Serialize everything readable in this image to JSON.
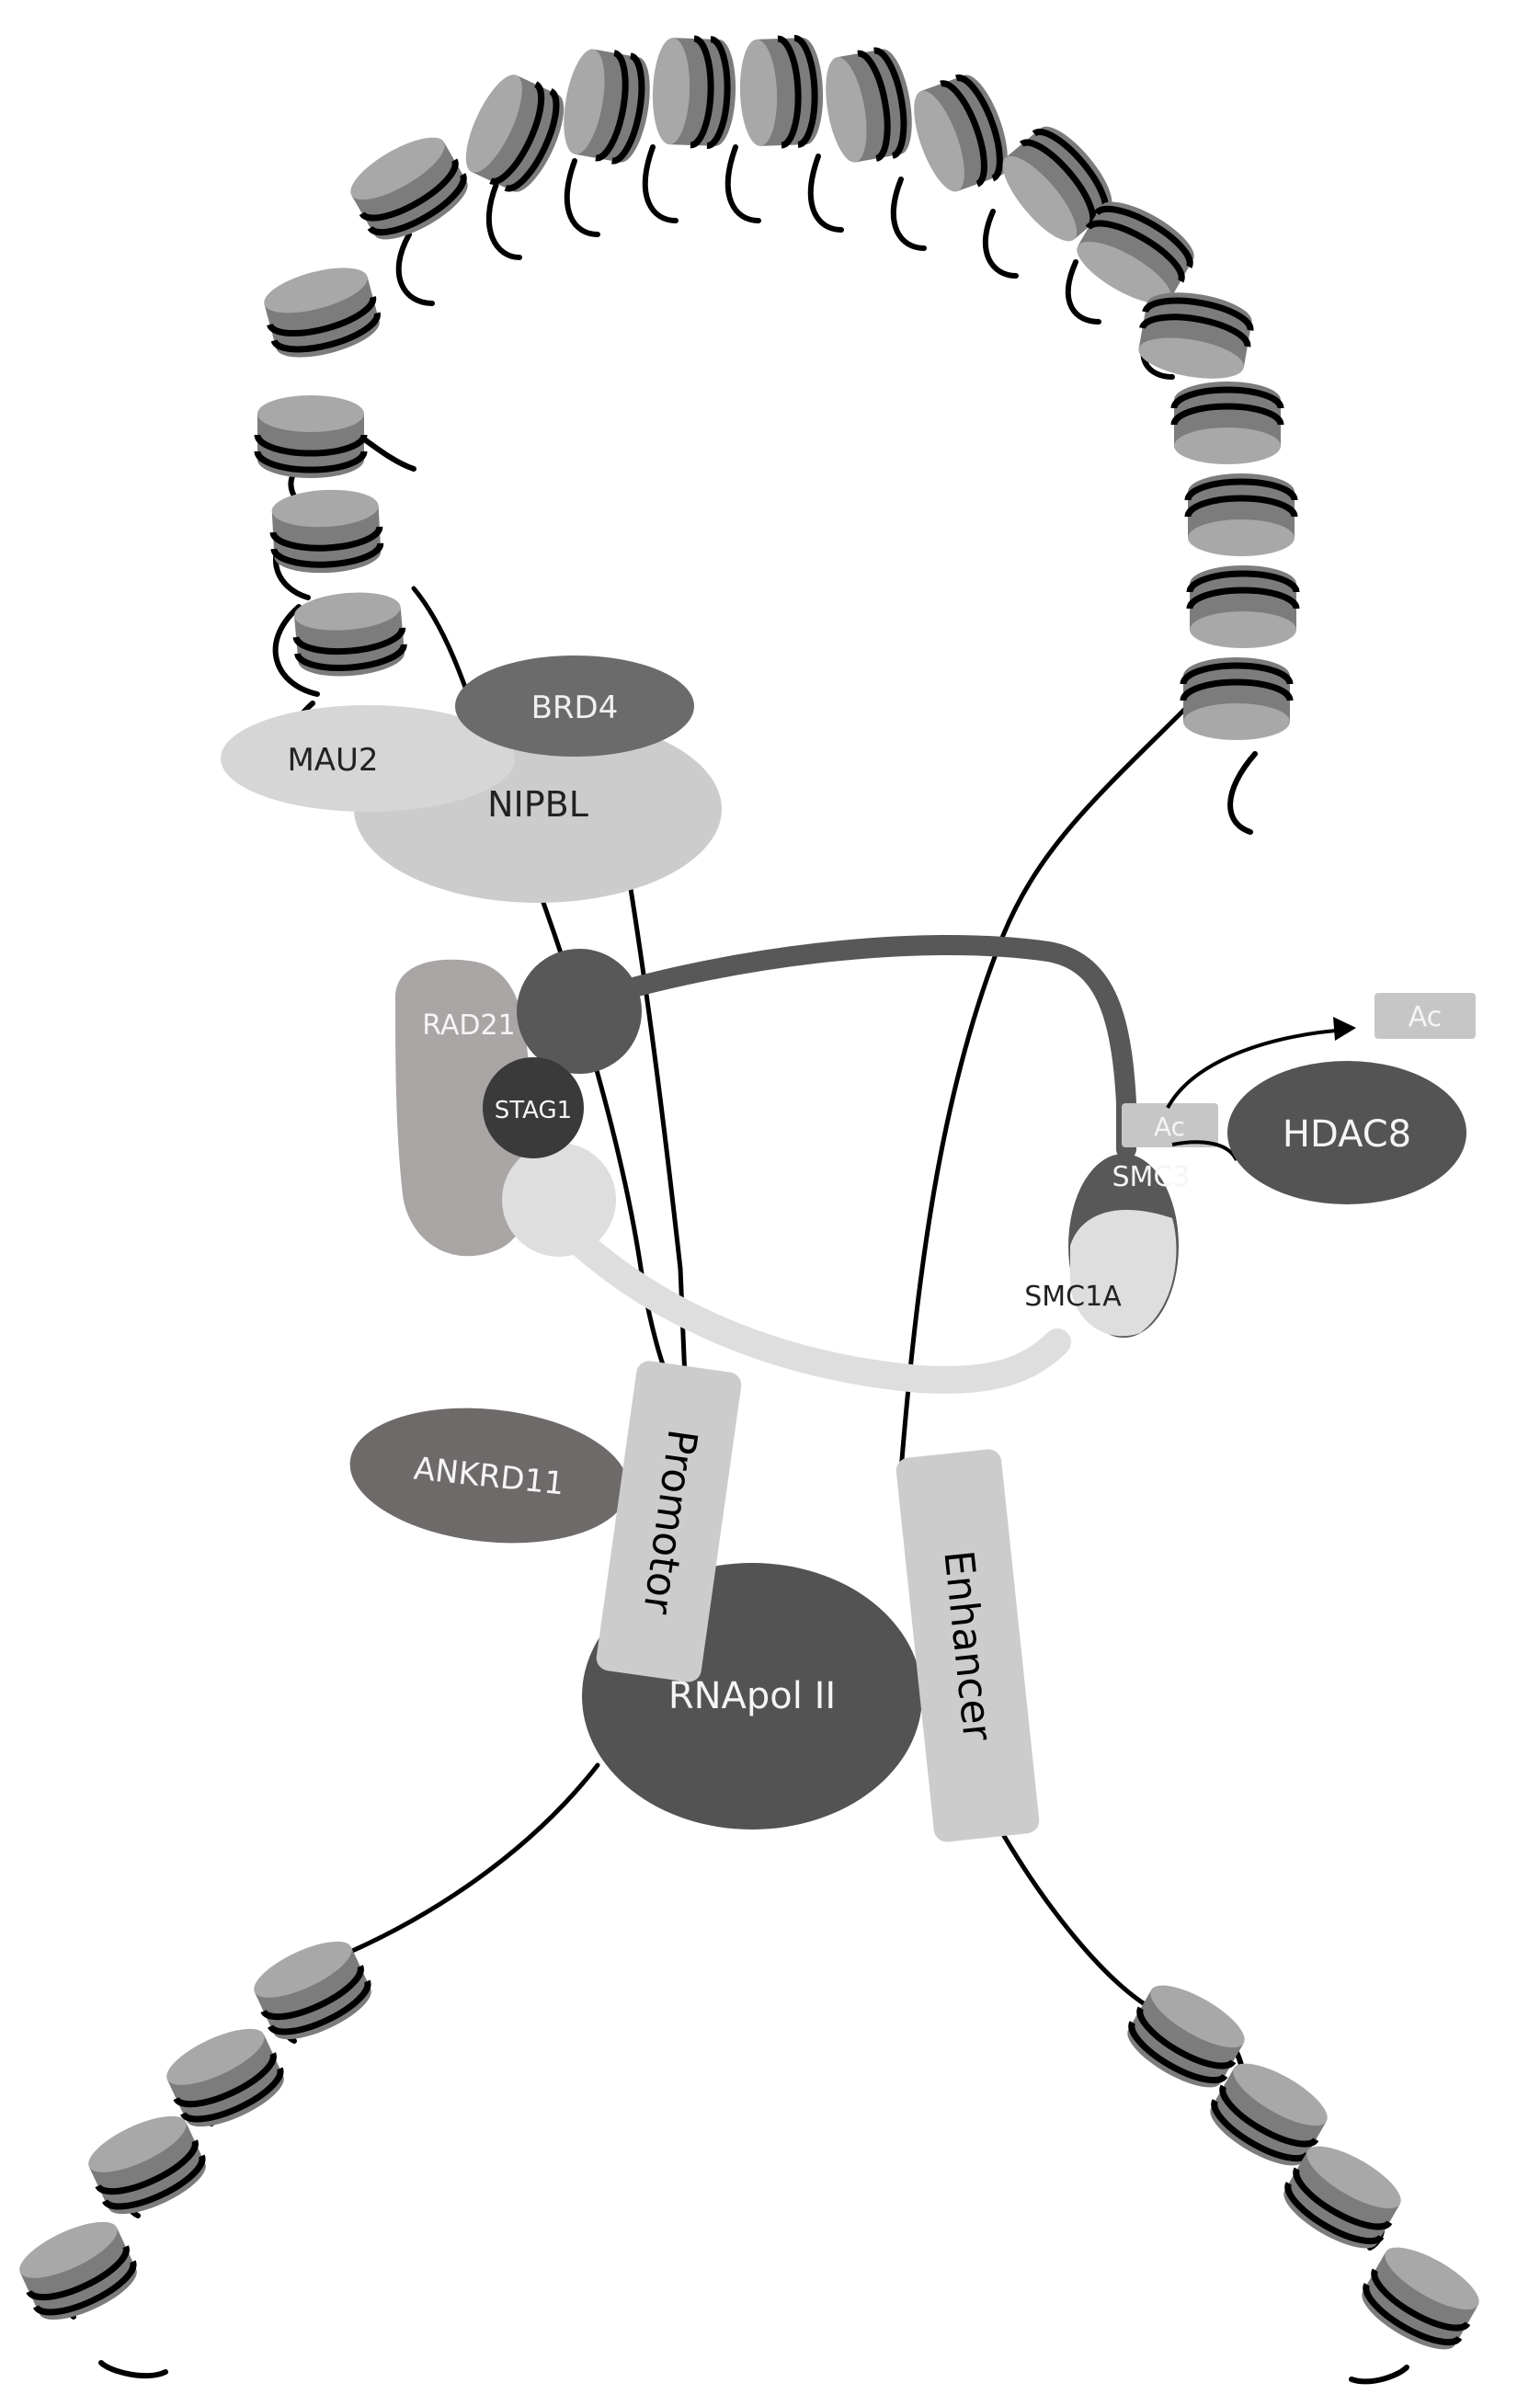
{
  "labels": {
    "brd4": "BRD4",
    "mau2": "MAU2",
    "nipbl": "NIPBL",
    "rad21": "RAD21",
    "stag1": "STAG1",
    "smc3": "SMC3",
    "smc1a": "SMC1A",
    "hdac8": "HDAC8",
    "ac_attached": "Ac",
    "ac_released": "Ac",
    "ankrd11": "ANKRD11",
    "promotor": "Promotor",
    "enhancer": "Enhancer",
    "rnapol": "RNApol II"
  },
  "colors": {
    "nucleosome_top": "#a2a2a2",
    "nucleosome_side": "#7c7c7c",
    "dna": "#000000",
    "light_gray": "#cccccc",
    "mau2": "#d6d6d6",
    "brd4": "#6b6b6b",
    "rad21": "#aaa5a5",
    "smc_dark": "#585858",
    "smc_light": "#dedede",
    "stag1": "#3a3a3a",
    "hdac8": "#545454",
    "ankrd11": "#6f6a6a",
    "rnapol": "#535353",
    "ac_box": "#c6c6c6"
  }
}
